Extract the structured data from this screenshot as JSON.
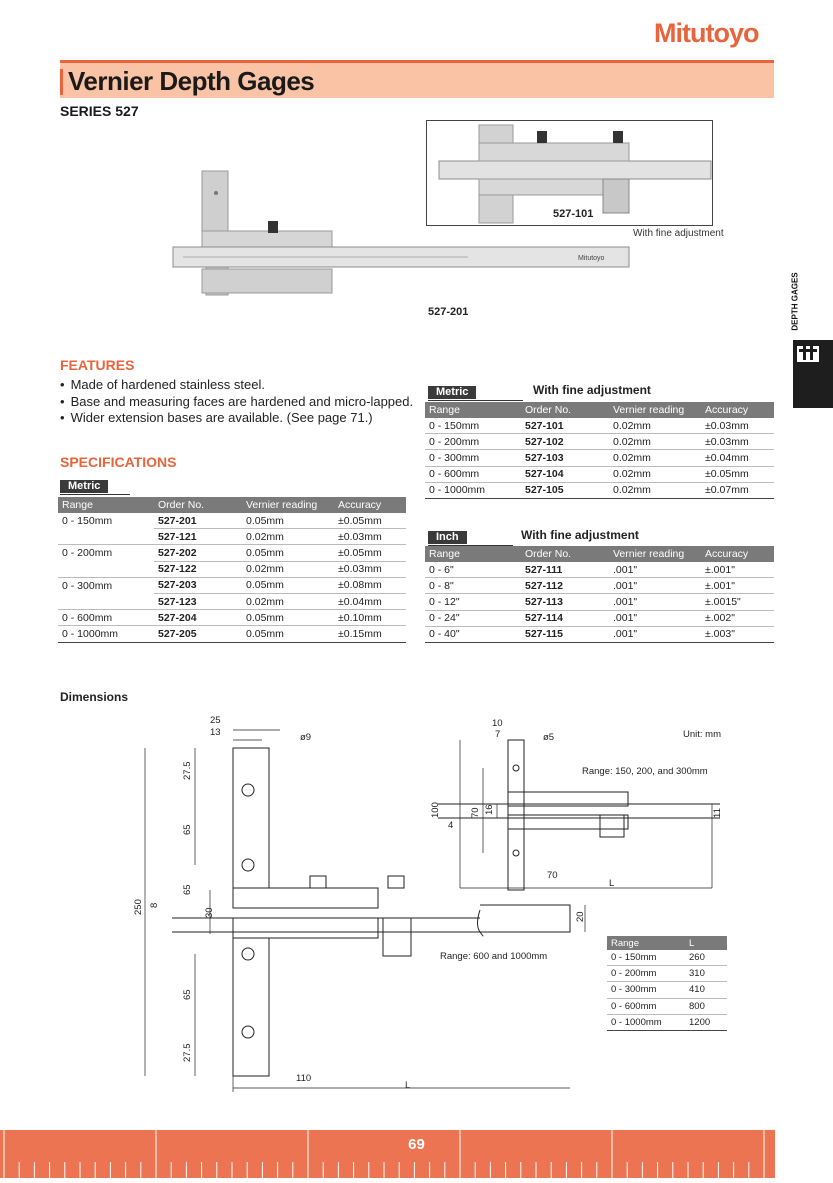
{
  "brand": "Mitutoyo",
  "title": "Vernier Depth Gages",
  "series": "SERIES 527",
  "side_tab": "DEPTH GAGES",
  "photo_inset_label": "527-101",
  "photo_inset_caption": "With fine adjustment",
  "photo_main_label": "527-201",
  "features": {
    "heading": "FEATURES",
    "items": [
      "Made of hardened stainless steel.",
      "Base and measuring faces are hardened and micro-lapped.",
      "Wider extension bases are available. (See page 71.)"
    ]
  },
  "specifications": {
    "heading": "SPECIFICATIONS",
    "metric_tag": "Metric",
    "columns": [
      "Range",
      "Order No.",
      "Vernier reading",
      "Accuracy"
    ],
    "rows": [
      [
        "0 - 150mm",
        "527-201",
        "0.05mm",
        "±0.05mm"
      ],
      [
        "",
        "527-121",
        "0.02mm",
        "±0.03mm"
      ],
      [
        "0 - 200mm",
        "527-202",
        "0.05mm",
        "±0.05mm"
      ],
      [
        "",
        "527-122",
        "0.02mm",
        "±0.03mm"
      ],
      [
        "0 - 300mm",
        "527-203",
        "0.05mm",
        "±0.08mm"
      ],
      [
        "",
        "527-123",
        "0.02mm",
        "±0.04mm"
      ],
      [
        "0 - 600mm",
        "527-204",
        "0.05mm",
        "±0.10mm"
      ],
      [
        "0 - 1000mm",
        "527-205",
        "0.05mm",
        "±0.15mm"
      ]
    ]
  },
  "metric_fine": {
    "tag": "Metric",
    "heading": "With fine adjustment",
    "columns": [
      "Range",
      "Order No.",
      "Vernier reading",
      "Accuracy"
    ],
    "rows": [
      [
        "0 - 150mm",
        "527-101",
        "0.02mm",
        "±0.03mm"
      ],
      [
        "0 - 200mm",
        "527-102",
        "0.02mm",
        "±0.03mm"
      ],
      [
        "0 - 300mm",
        "527-103",
        "0.02mm",
        "±0.04mm"
      ],
      [
        "0 - 600mm",
        "527-104",
        "0.02mm",
        "±0.05mm"
      ],
      [
        "0 - 1000mm",
        "527-105",
        "0.02mm",
        "±0.07mm"
      ]
    ]
  },
  "inch_fine": {
    "tag": "Inch",
    "heading": "With fine adjustment",
    "columns": [
      "Range",
      "Order No.",
      "Vernier reading",
      "Accuracy"
    ],
    "rows": [
      [
        "0 - 6\"",
        "527-111",
        ".001\"",
        "±.001\""
      ],
      [
        "0 - 8\"",
        "527-112",
        ".001\"",
        "±.001\""
      ],
      [
        "0 - 12\"",
        "527-113",
        ".001\"",
        "±.0015\""
      ],
      [
        "0 - 24\"",
        "527-114",
        ".001\"",
        "±.002\""
      ],
      [
        "0 - 40\"",
        "527-115",
        ".001\"",
        "±.003\""
      ]
    ]
  },
  "dimensions": {
    "heading": "Dimensions",
    "unit": "Unit: mm",
    "range_small": "Range: 150, 200, and 300mm",
    "range_large": "Range: 600 and 1000mm",
    "labels_left": [
      "25",
      "13",
      "ø9",
      "27.5",
      "65",
      "65",
      "30",
      "8",
      "250",
      "65",
      "27.5",
      "110",
      "L"
    ],
    "labels_right": [
      "10",
      "7",
      "ø5",
      "100",
      "70",
      "16",
      "4",
      "11",
      "70",
      "L",
      "20"
    ],
    "l_table": {
      "columns": [
        "Range",
        "L"
      ],
      "rows": [
        [
          "0 - 150mm",
          "260"
        ],
        [
          "0 - 200mm",
          "310"
        ],
        [
          "0 - 300mm",
          "410"
        ],
        [
          "0 - 600mm",
          "800"
        ],
        [
          "0 - 1000mm",
          "1200"
        ]
      ]
    }
  },
  "page_number": "69"
}
